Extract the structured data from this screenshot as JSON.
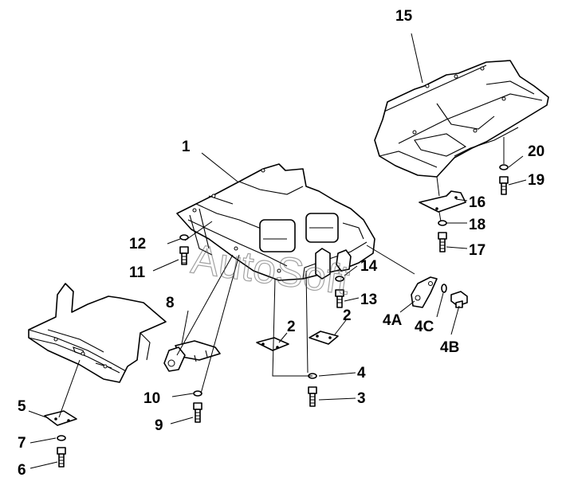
{
  "callouts": {
    "c1": "1",
    "c2a": "2",
    "c2b": "2",
    "c3": "3",
    "c4": "4",
    "c4a": "4A",
    "c4b": "4B",
    "c4c": "4C",
    "c5": "5",
    "c6": "6",
    "c7": "7",
    "c8": "8",
    "c9": "9",
    "c10": "10",
    "c11": "11",
    "c12": "12",
    "c13": "13",
    "c14": "14",
    "c15": "15",
    "c16": "16",
    "c17": "17",
    "c18": "18",
    "c19": "19",
    "c20": "20"
  },
  "watermark": "AutoSoft"
}
